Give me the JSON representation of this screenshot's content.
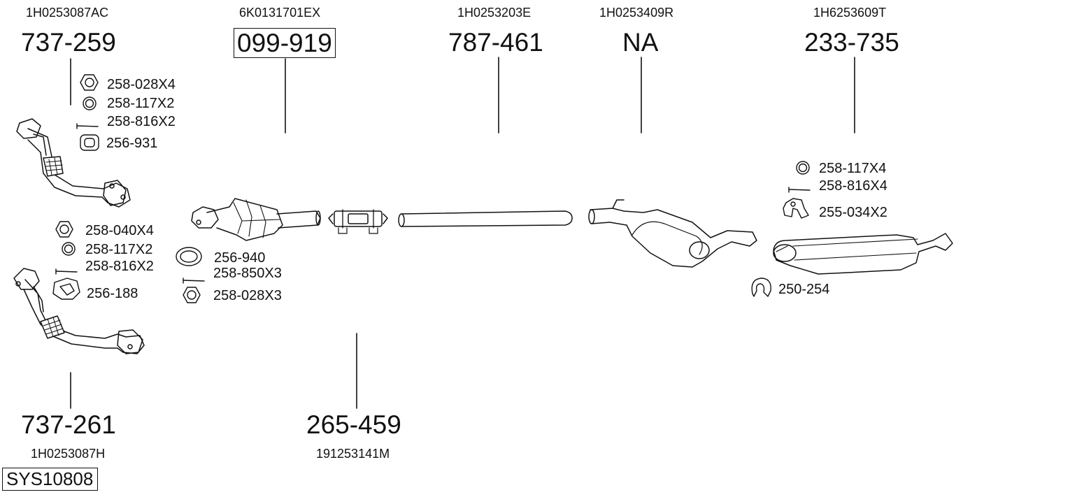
{
  "parts": {
    "front_pipe_upper": {
      "oem": "1H0253087AC",
      "number": "737-259"
    },
    "catalyst": {
      "oem": "6K0131701EX",
      "number": "099-919"
    },
    "center_pipe": {
      "oem": "1H0253203E",
      "number": "787-461"
    },
    "middle_silencer": {
      "oem": "1H0253409R",
      "number": "NA"
    },
    "rear_silencer": {
      "oem": "1H6253609T",
      "number": "233-735"
    },
    "front_pipe_lower": {
      "oem": "1H0253087H",
      "number": "737-261"
    },
    "clamp": {
      "oem": "191253141M",
      "number": "265-459"
    }
  },
  "fittings": {
    "upper": [
      "258-028X4",
      "258-117X2",
      "258-816X2",
      "256-931"
    ],
    "lower": [
      "258-040X4",
      "258-117X2",
      "258-816X2",
      "256-188"
    ],
    "catalyst": [
      "256-940",
      "258-850X3",
      "258-028X3"
    ],
    "rear": [
      "258-117X4",
      "258-816X4",
      "255-034X2"
    ],
    "rear_clamp": "250-254"
  },
  "system_ref": "SYS10808"
}
